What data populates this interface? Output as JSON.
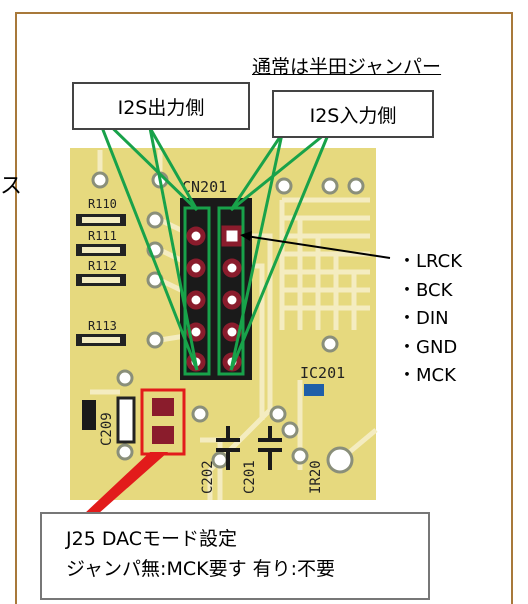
{
  "edge_char": "ス",
  "note": "通常は半田ジャンパー",
  "label_output": "I2S出力側",
  "label_input": "I2S入力側",
  "board": {
    "connector": "CN201",
    "resistors": [
      "R110",
      "R111",
      "R112",
      "R113"
    ],
    "ic": "IC201",
    "caps": [
      "C202",
      "C201"
    ],
    "other": [
      "C209",
      "IR20"
    ]
  },
  "pins": [
    "・LRCK",
    "・BCK",
    "・DIN",
    "・GND",
    "・MCK"
  ],
  "jumper_box": {
    "line1": "J25  DACモード設定",
    "line2": "ジャンパ無:MCK要す  有り:不要"
  },
  "colors": {
    "board": "#e6d97e",
    "trace": "#f4ecc0",
    "pad": "#8a1c2c",
    "highlight": "#18a24a",
    "callout": "#e21b1b",
    "frame": "#a8793a"
  }
}
